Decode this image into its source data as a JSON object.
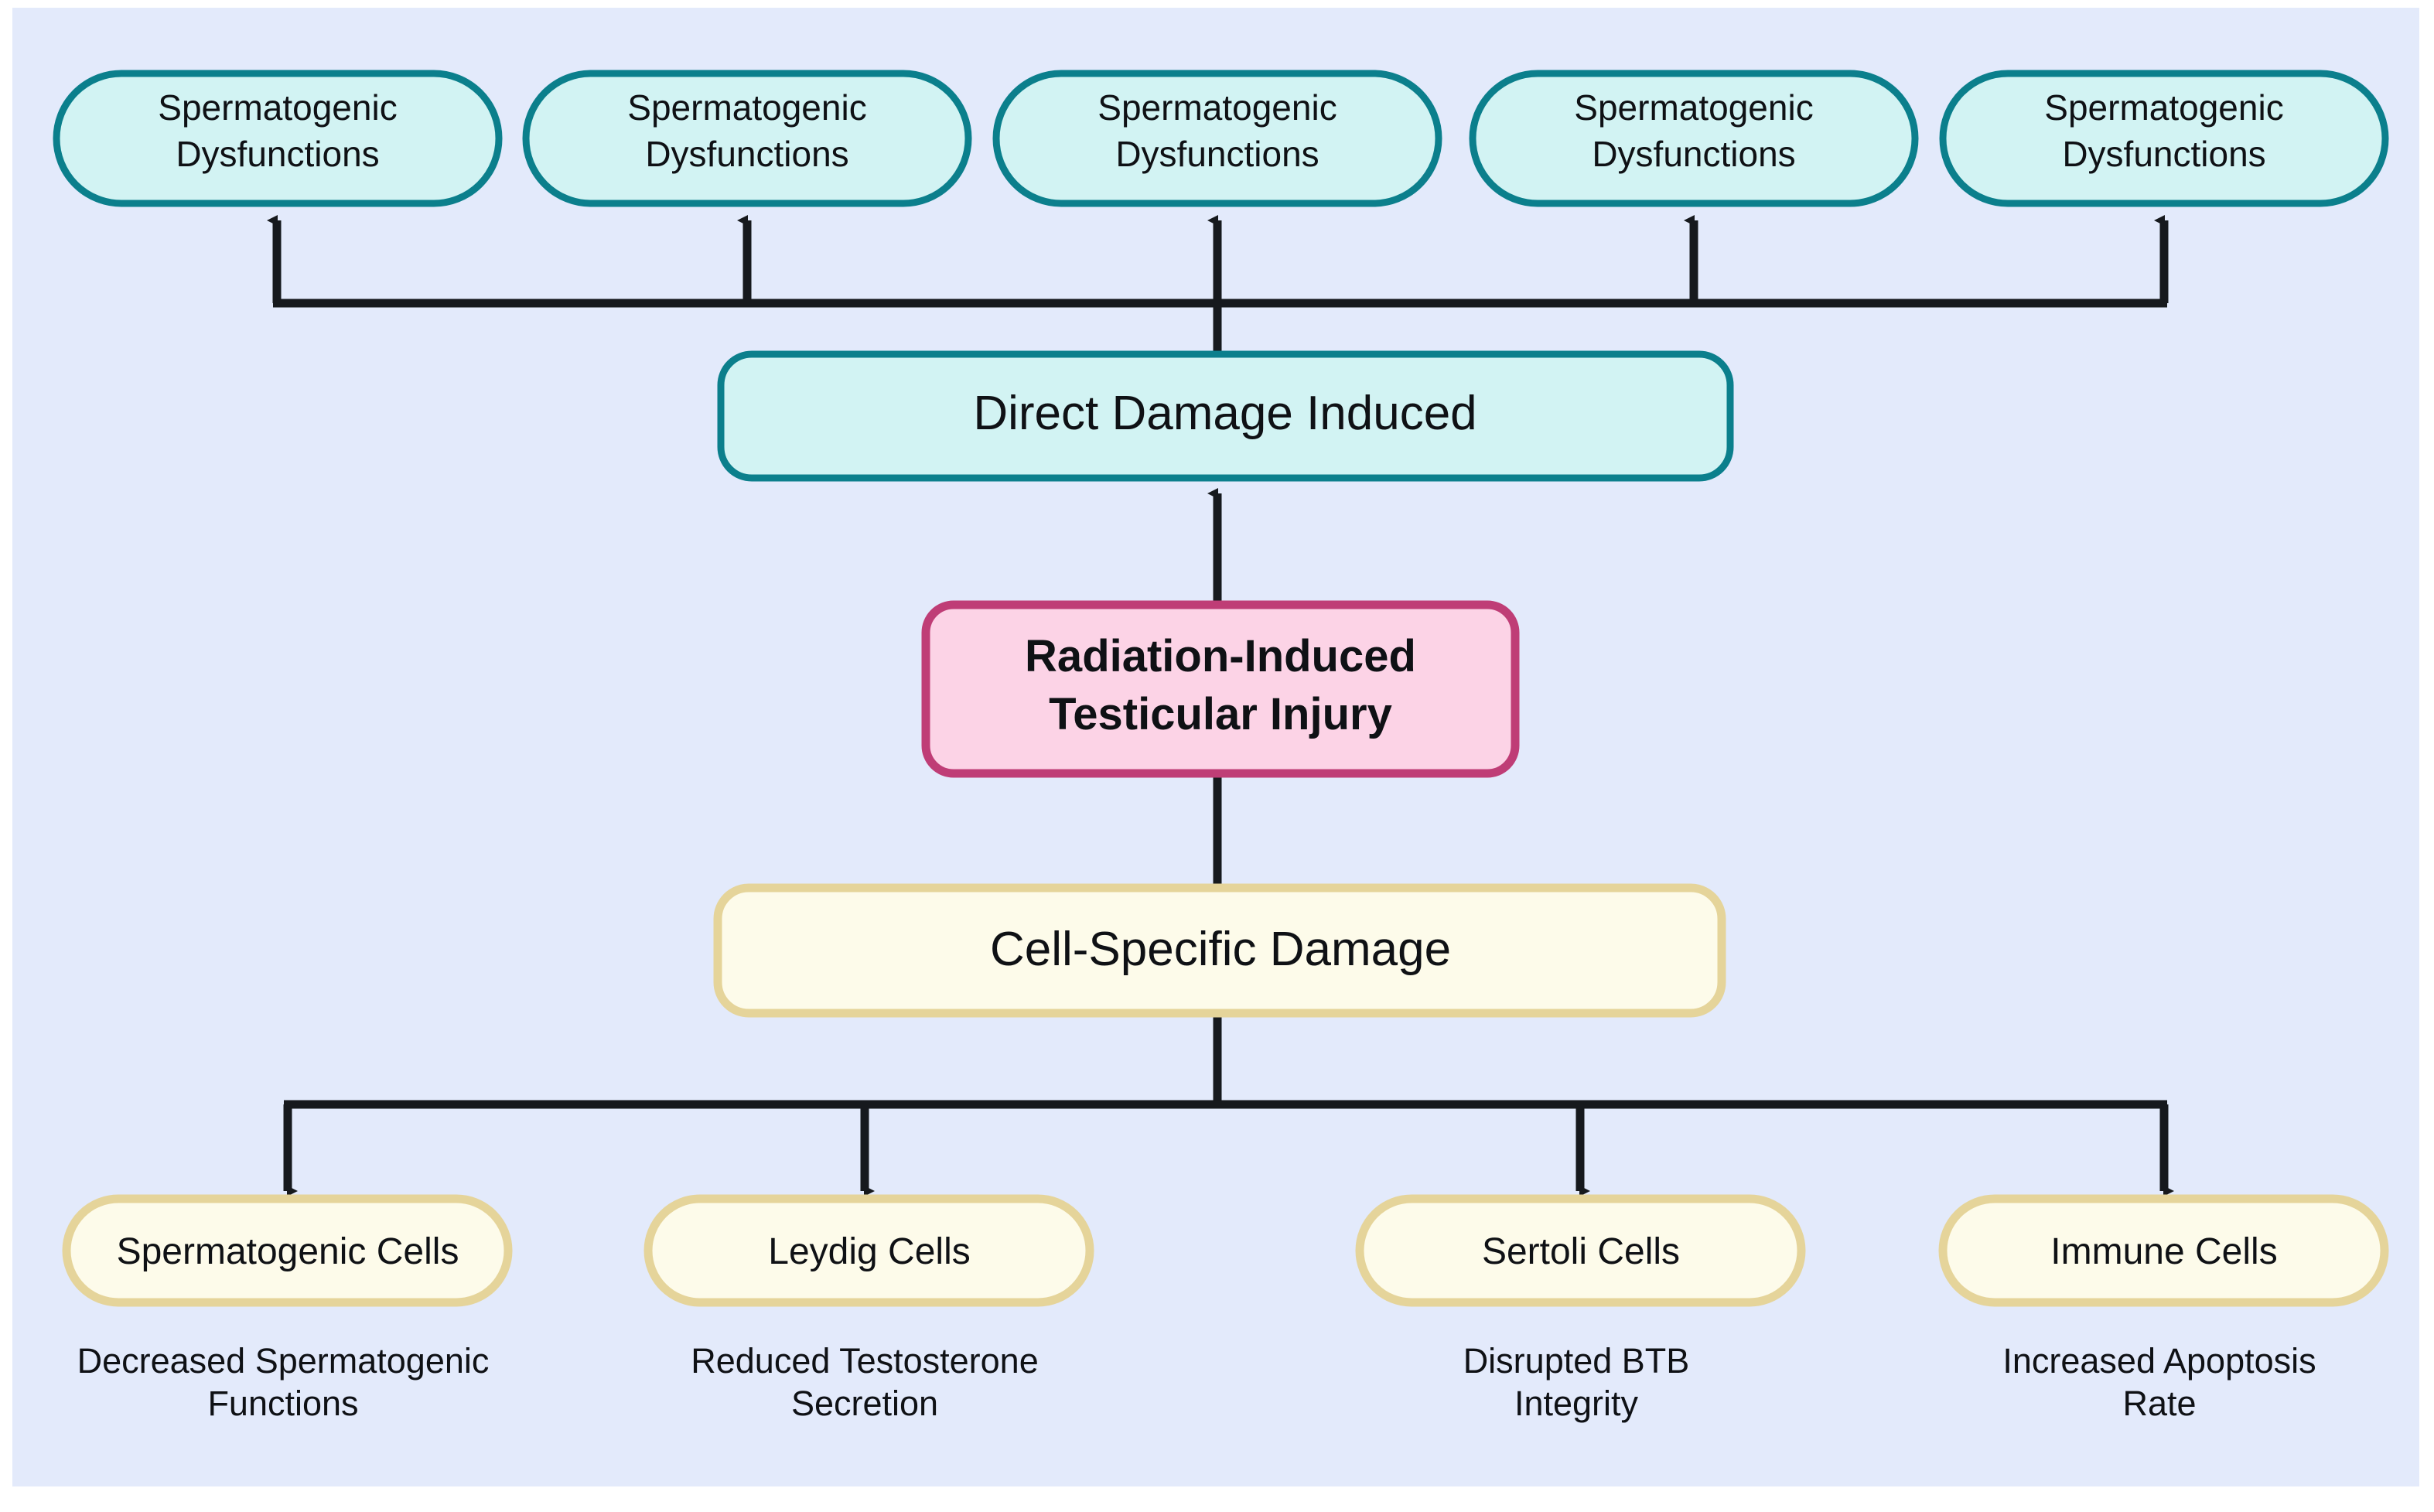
{
  "background": {
    "page_color": "#ffffff",
    "panel_color": "#e3eafb"
  },
  "palette": {
    "teal_fill": "#d2f3f3",
    "teal_stroke": "#0b7f8c",
    "pink_fill": "#fcd3e6",
    "pink_stroke": "#bf3d76",
    "cream_fill": "#fdfbea",
    "cream_stroke": "#e5d49a",
    "connector": "#16191d",
    "text": "#0f1115"
  },
  "diagram": {
    "title": "Radiation-Induced Testicular Injury pathway flowchart",
    "root_node": {
      "label_line1": "Radiation-Induced",
      "label_line2": "Testicular Injury",
      "style": "pink",
      "bold": true
    },
    "branches": [
      {
        "name": "direct-damage",
        "label": "Direct Damage Induced",
        "style": "teal",
        "direction": "up"
      },
      {
        "name": "cell-specific-damage",
        "label": "Cell-Specific Damage",
        "style": "cream",
        "direction": "down"
      }
    ],
    "outcome_nodes": [
      {
        "line1": "Spermatogenic",
        "line2": "Dysfunctions"
      },
      {
        "line1": "Spermatogenic",
        "line2": "Dysfunctions"
      },
      {
        "line1": "Spermatogenic",
        "line2": "Dysfunctions"
      },
      {
        "line1": "Spermatogenic",
        "line2": "Dysfunctions"
      },
      {
        "line1": "Spermatogenic",
        "line2": "Dysfunctions"
      }
    ],
    "cell_nodes": [
      {
        "label": "Spermatogenic Cells",
        "caption_line1": "Decreased Spermatogenic",
        "caption_line2": "Functions"
      },
      {
        "label": "Leydig Cells",
        "caption_line1": "Reduced Testosterone",
        "caption_line2": "Secretion"
      },
      {
        "label": "Sertoli Cells",
        "caption_line1": "Disrupted BTB",
        "caption_line2": "Integrity"
      },
      {
        "label": "Immune Cells",
        "caption_line1": "Increased Apoptosis",
        "caption_line2": "Rate"
      }
    ]
  }
}
